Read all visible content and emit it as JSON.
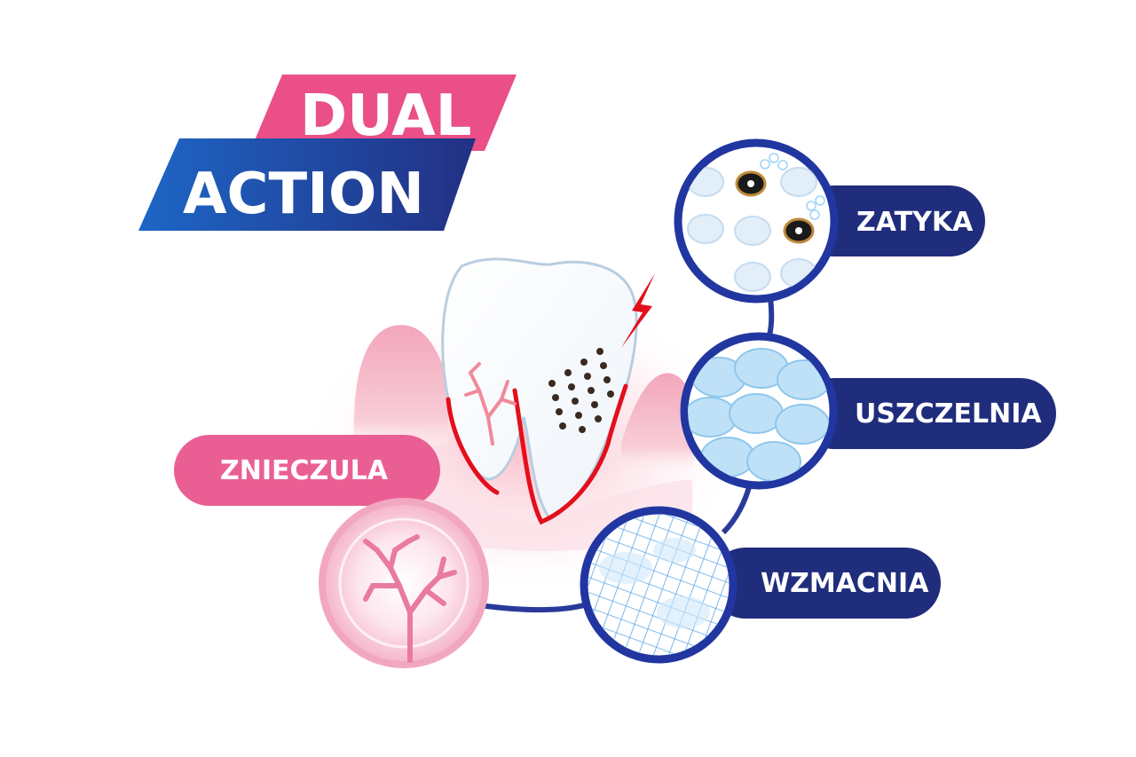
{
  "banner": {
    "line1": "DUAL",
    "line2": "ACTION"
  },
  "labels": {
    "left": "ZNIECZULA",
    "right_top": "ZATYKA",
    "right_middle": "USZCZELNIA",
    "right_bottom": "WZMACNIA"
  },
  "colors": {
    "pink": "#ea4f87",
    "pink_light": "#f4a6c3",
    "navy": "#1f2d7c",
    "blue": "#2f56b7",
    "gum": "#f6c2cf",
    "red": "#e30f1b",
    "light_blue": "#9ed4f5"
  }
}
